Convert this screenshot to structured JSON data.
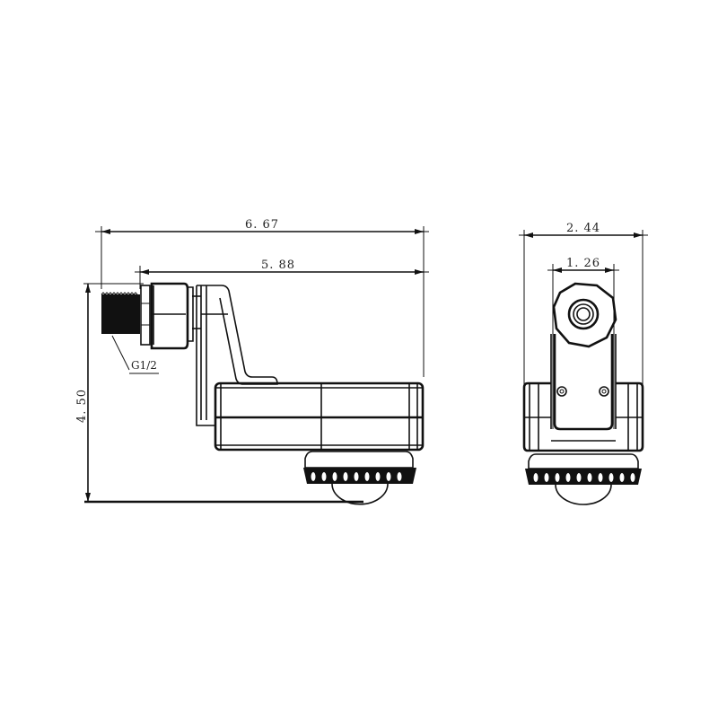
{
  "drawing": {
    "units": "inch",
    "views": [
      "side-view",
      "front-view"
    ],
    "dimensions": {
      "overall_length": "6. 67",
      "body_length": "5. 88",
      "overall_height": "4. 50",
      "overall_width": "2. 44",
      "fitting_width": "1. 26"
    },
    "labels": {
      "thread_callout": "G1/2"
    },
    "colors": {
      "line": "#111111",
      "background": "#ffffff"
    }
  }
}
